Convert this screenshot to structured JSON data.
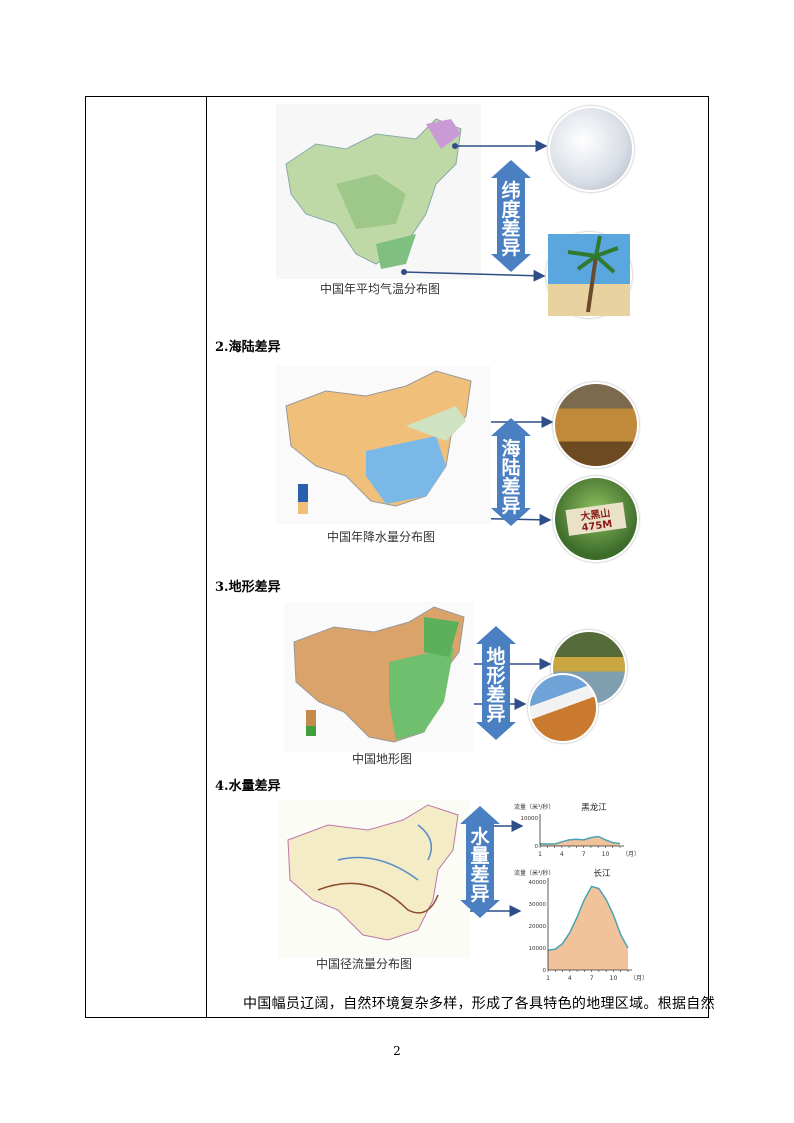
{
  "sections": [
    {
      "caption": "中国年平均气温分布图",
      "arrow_chars": [
        "纬",
        "度",
        "差",
        "异"
      ]
    },
    {
      "heading": "2.海陆差异",
      "caption": "中国年降水量分布图",
      "arrow_chars": [
        "海",
        "陆",
        "差",
        "异"
      ]
    },
    {
      "heading": "3.地形差异",
      "caption": "中国地形图",
      "arrow_chars": [
        "地",
        "形",
        "差",
        "异"
      ]
    },
    {
      "heading": "4.水量差异",
      "caption": "中国径流量分布图",
      "arrow_chars": [
        "水",
        "量",
        "差",
        "异"
      ]
    }
  ],
  "photo_sign_text": "大黑山 475M",
  "bottom_text": "中国幅员辽阔，自然环境复杂多样，形成了各具特色的地理区域。根据自然",
  "page_number": "2",
  "chart_data": [
    {
      "type": "area",
      "title": "黑龙江",
      "ylabel": "流量（米³/秒）",
      "x_unit": "（月）",
      "x": [
        1,
        2,
        3,
        4,
        5,
        6,
        7,
        8,
        9,
        10,
        11,
        12
      ],
      "xticks": [
        "1",
        "4",
        "7",
        "10"
      ],
      "yticks": [
        "0",
        "10000"
      ],
      "ylim": [
        0,
        10000
      ],
      "values": [
        800,
        700,
        700,
        1500,
        2200,
        2400,
        2200,
        3000,
        3400,
        2200,
        1200,
        900
      ],
      "fill": "#f2c29a",
      "line": "#4aa3b5"
    },
    {
      "type": "area",
      "title": "长江",
      "ylabel": "流量（米³/秒）",
      "x_unit": "（月）",
      "x": [
        1,
        2,
        3,
        4,
        5,
        6,
        7,
        8,
        9,
        10,
        11,
        12
      ],
      "xticks": [
        "1",
        "4",
        "7",
        "10"
      ],
      "yticks": [
        "0",
        "10000",
        "20000",
        "30000",
        "40000"
      ],
      "ylim": [
        0,
        40000
      ],
      "values": [
        9000,
        9500,
        12000,
        17000,
        24000,
        32000,
        38000,
        37000,
        32000,
        25000,
        16000,
        10000
      ],
      "fill": "#f2c29a",
      "line": "#4aa3b5"
    }
  ],
  "colors": {
    "arrow": "#4a7fc1",
    "connector": "#2f4e87"
  }
}
